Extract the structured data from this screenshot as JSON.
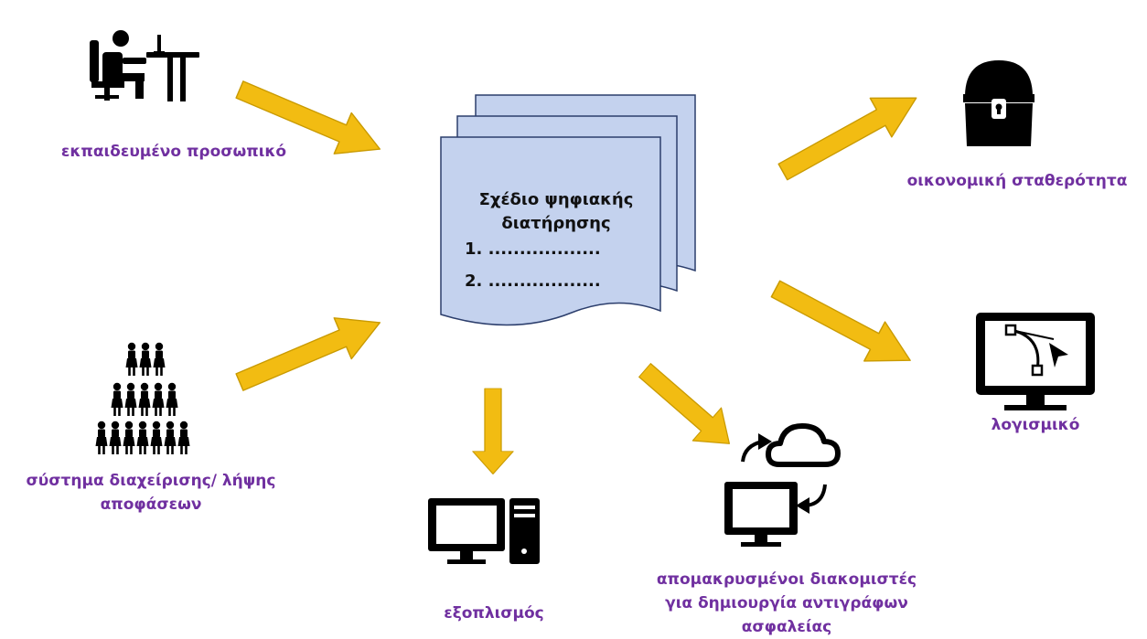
{
  "document": {
    "title": "Σχέδιο ψηφιακής διατήρησης",
    "items": [
      "1.  ..................",
      "2.  .................."
    ]
  },
  "nodes": {
    "staff": {
      "label": "εκπαιδευμένο προσωπικό",
      "icon": "person-at-desk-icon"
    },
    "decision": {
      "label_line1": "σύστημα διαχείρισης/ λήψης",
      "label_line2": "αποφάσεων",
      "icon": "people-pyramid-icon"
    },
    "equipment": {
      "label": "εξοπλισμός",
      "icon": "desktop-computer-icon"
    },
    "remote": {
      "label_line1": "απομακρυσμένοι διακομιστές",
      "label_line2": "για δημιουργία αντιγράφων",
      "label_line3": "ασφαλείας",
      "icon": "cloud-sync-computer-icon"
    },
    "finance": {
      "label": "οικονομική σταθερότητα",
      "icon": "treasure-chest-icon"
    },
    "software": {
      "label": "λογισμικό",
      "icon": "monitor-vector-software-icon"
    }
  },
  "colors": {
    "arrow": "#f2bc12",
    "arrow_stroke": "#c99a00",
    "label": "#7030a0",
    "doc_fill": "#c4d2ee",
    "doc_stroke": "#2c3e6c"
  }
}
